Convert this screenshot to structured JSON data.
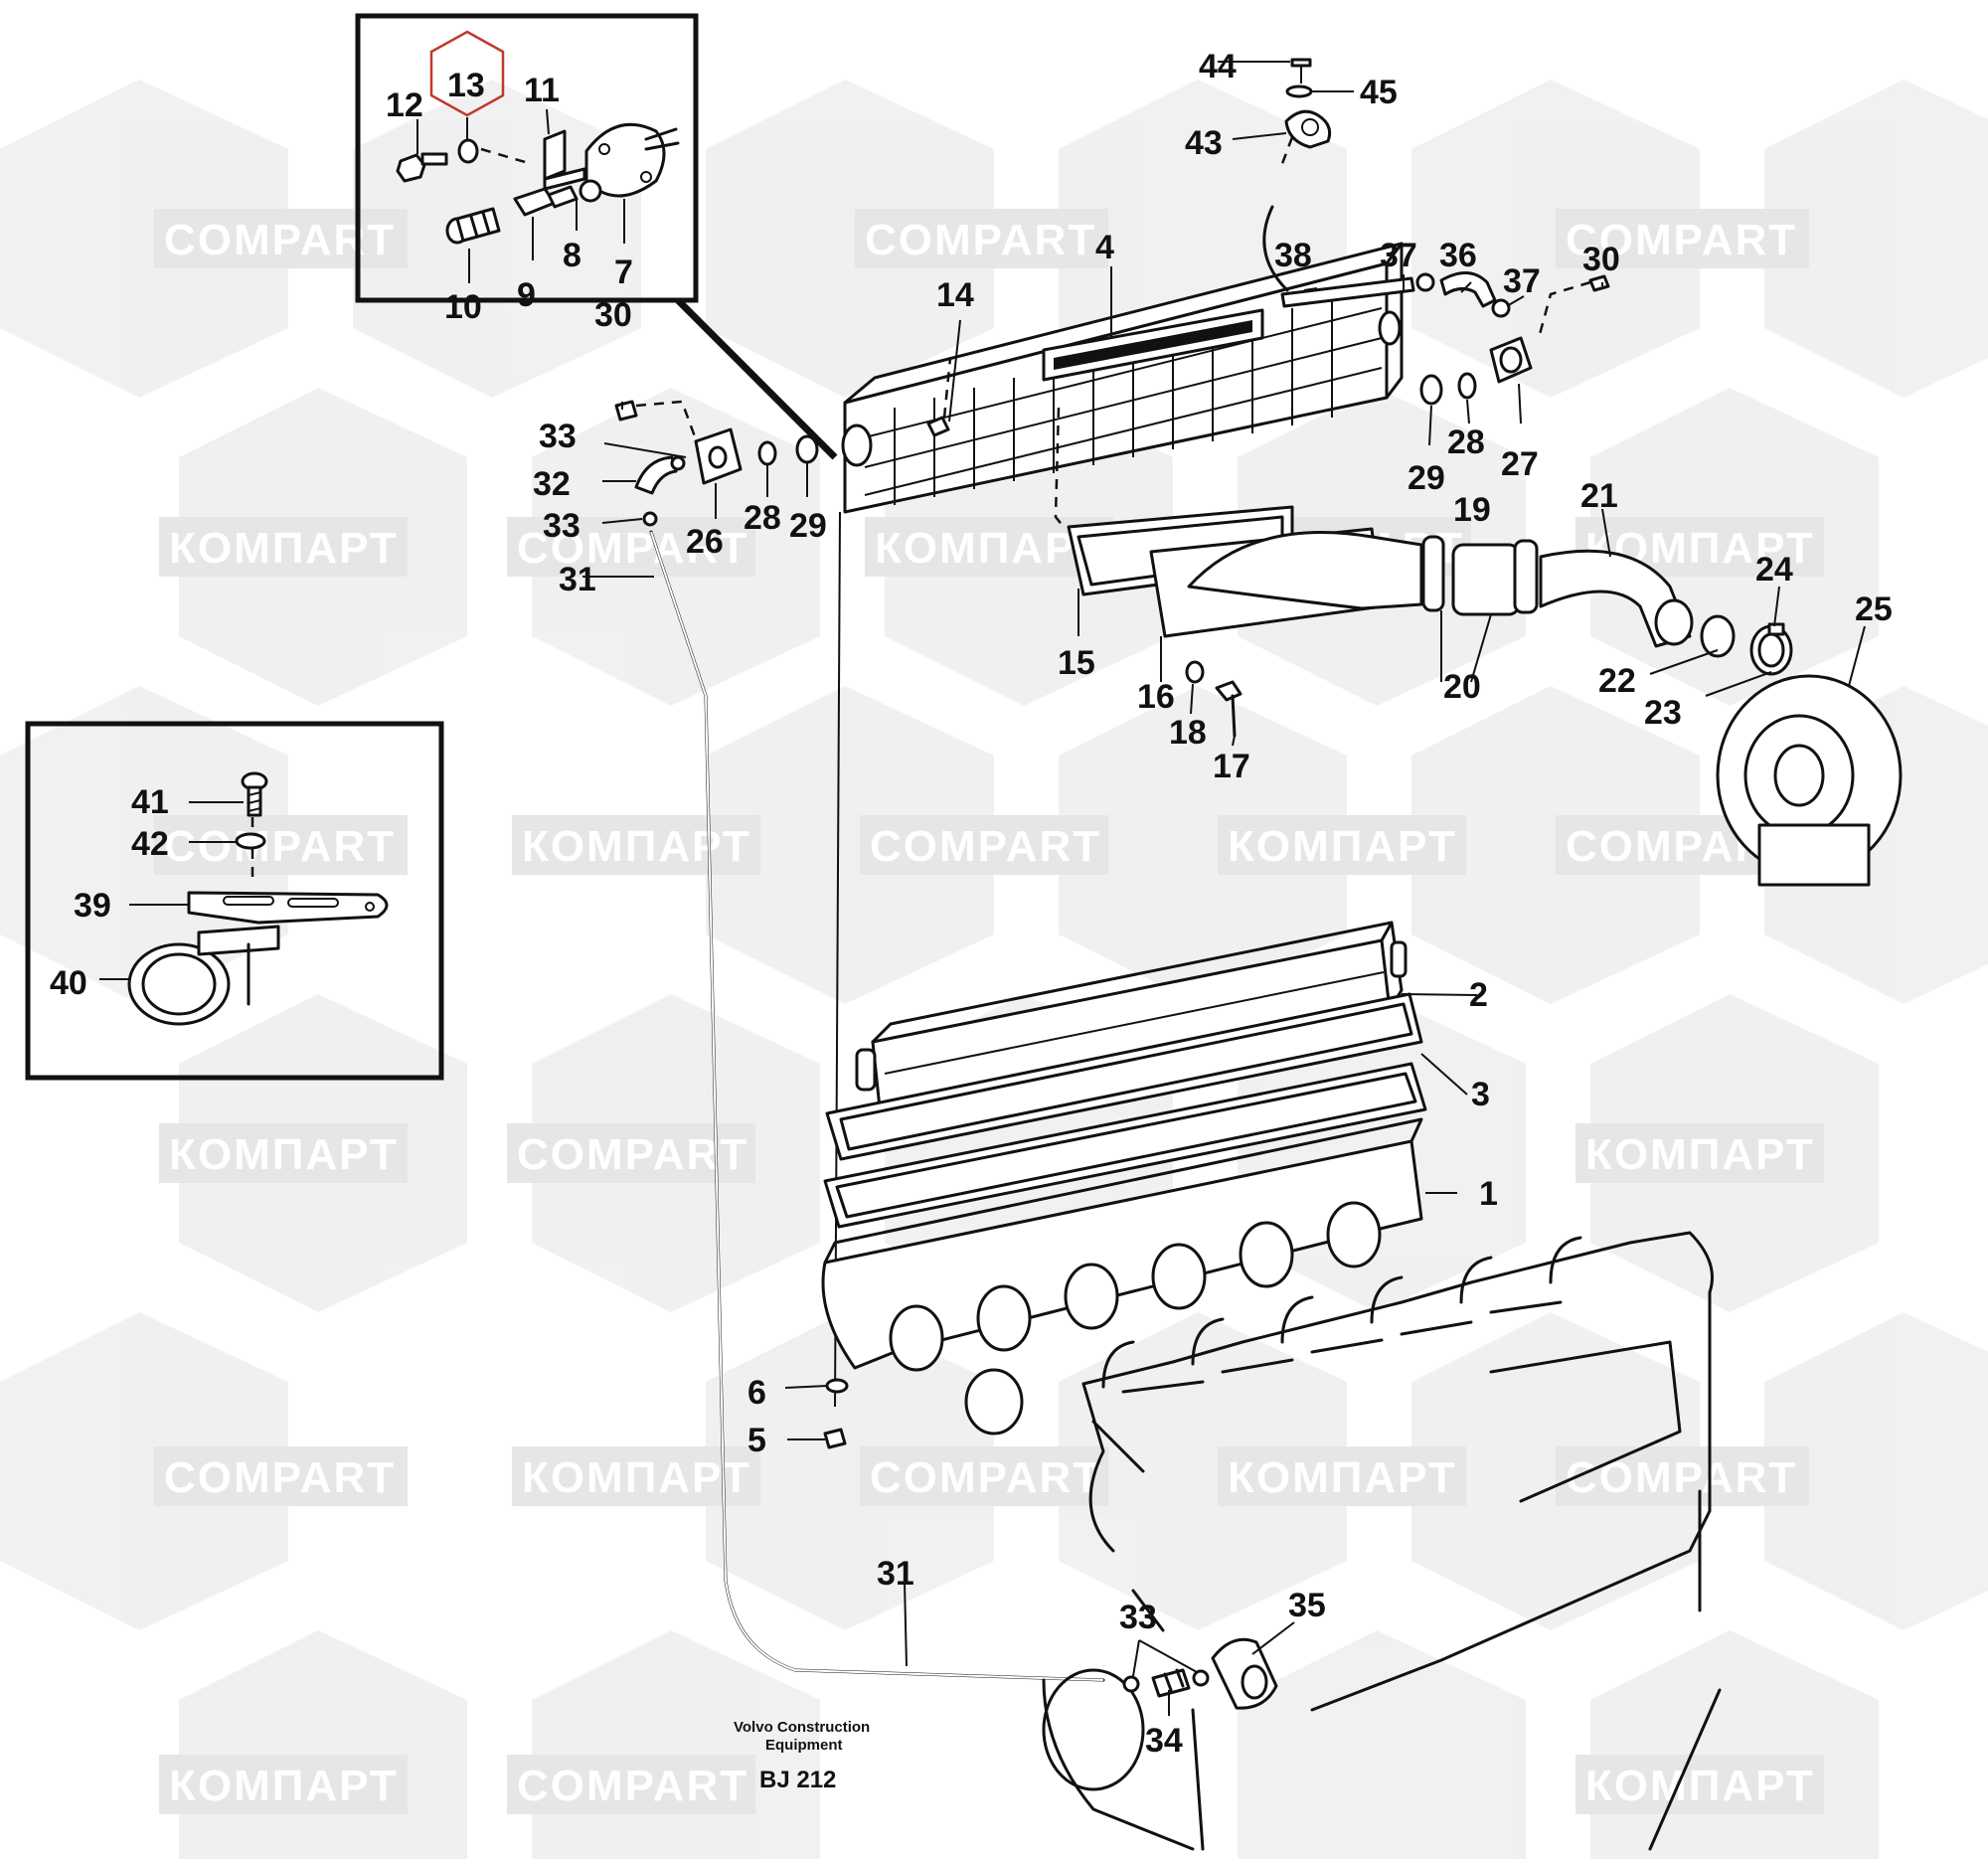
{
  "diagram": {
    "footer": {
      "line1": "Volvo Construction",
      "line2": "Equipment",
      "code": "BJ 212"
    },
    "watermarks": [
      "COMPART",
      "КОМПАРТ"
    ],
    "highlight_color": "#c0392b",
    "labels": {
      "l1": "1",
      "l2": "2",
      "l3": "3",
      "l4": "4",
      "l5": "5",
      "l6": "6",
      "l7": "7",
      "l8": "8",
      "l9": "9",
      "l10": "10",
      "l11": "11",
      "l12": "12",
      "l13": "13",
      "l14": "14",
      "l15": "15",
      "l16": "16",
      "l17": "17",
      "l18": "18",
      "l19": "19",
      "l20": "20",
      "l21": "21",
      "l22": "22",
      "l23": "23",
      "l24": "24",
      "l25": "25",
      "l26": "26",
      "l27": "27",
      "l28": "28",
      "l29": "29",
      "l30": "30",
      "l31": "31",
      "l32": "32",
      "l33": "33",
      "l34": "34",
      "l35": "35",
      "l36": "36",
      "l37": "37",
      "l38": "38",
      "l39": "39",
      "l40": "40",
      "l41": "41",
      "l42": "42",
      "l43": "43",
      "l44": "44",
      "l45": "45"
    }
  }
}
